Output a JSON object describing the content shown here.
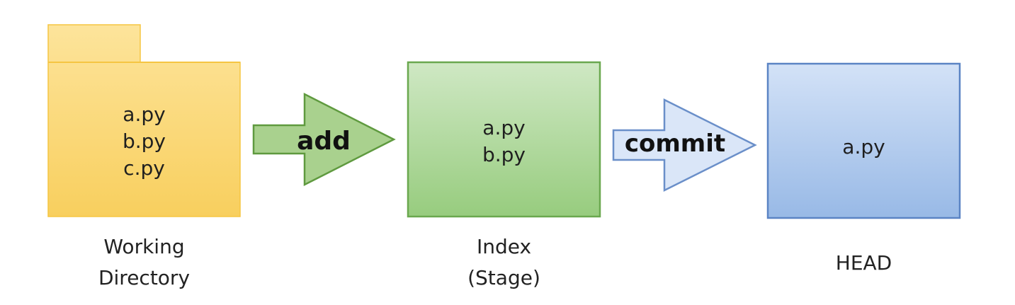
{
  "working_directory": {
    "label_line1": "Working",
    "label_line2": "Directory",
    "files": [
      "a.py",
      "b.py",
      "c.py"
    ],
    "fill_top": "#fde49b",
    "fill_bottom": "#f8cf5e",
    "stroke": "#f5c542"
  },
  "index": {
    "label_line1": "Index",
    "label_line2": "(Stage)",
    "files": [
      "a.py",
      "b.py"
    ],
    "fill_top": "#cfe8c4",
    "fill_bottom": "#97cc7e",
    "stroke": "#6aa84f"
  },
  "head": {
    "label": "HEAD",
    "files": [
      "a.py"
    ],
    "fill_top": "#d3e2f7",
    "fill_bottom": "#98b9e6",
    "stroke": "#5b84c4"
  },
  "arrows": {
    "add": {
      "label": "add",
      "fill": "#a9d18e",
      "stroke": "#5f9a3f"
    },
    "commit": {
      "label": "commit",
      "fill": "#dae6f8",
      "stroke": "#6a8fc9"
    }
  }
}
